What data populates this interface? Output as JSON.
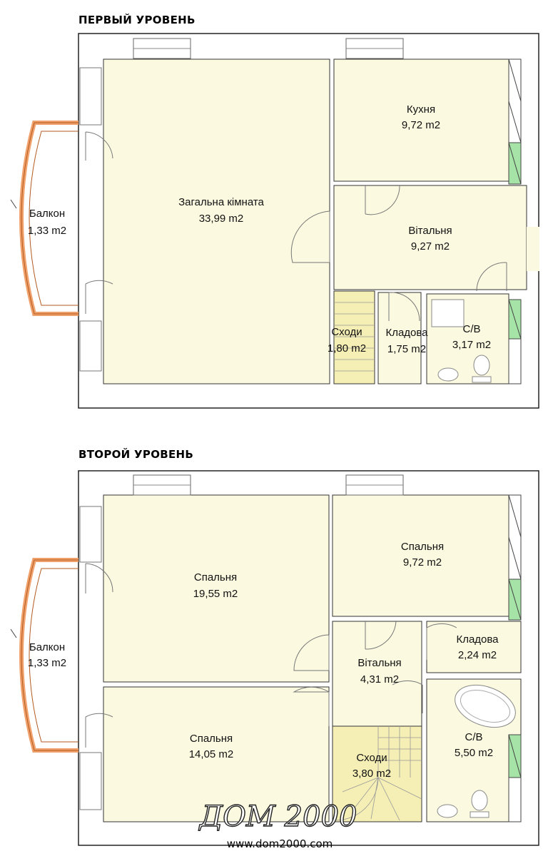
{
  "levels": {
    "first": {
      "title": "ПЕРВЫЙ УРОВЕНЬ",
      "rooms": {
        "balcony": {
          "name": "Балкон",
          "area": "1,33 m2"
        },
        "common": {
          "name": "Загальна кімната",
          "area": "33,99 m2"
        },
        "kitchen": {
          "name": "Кухня",
          "area": "9,72 m2"
        },
        "hall": {
          "name": "Вітальня",
          "area": "9,27 m2"
        },
        "stairs": {
          "name": "Сходи",
          "area": "1,80 m2"
        },
        "storage": {
          "name": "Кладова",
          "area": "1,75 m2"
        },
        "bathroom": {
          "name": "С/В",
          "area": "3,17 m2"
        }
      }
    },
    "second": {
      "title": "ВТОРОЙ УРОВЕНЬ",
      "rooms": {
        "balcony": {
          "name": "Балкон",
          "area": "1,33 m2"
        },
        "bedroom1": {
          "name": "Спальня",
          "area": "19,55 m2"
        },
        "bedroom2": {
          "name": "Спальня",
          "area": "9,72 m2"
        },
        "bedroom3": {
          "name": "Спальня",
          "area": "14,05 m2"
        },
        "hall": {
          "name": "Вітальня",
          "area": "4,31 m2"
        },
        "storage": {
          "name": "Кладова",
          "area": "2,24 m2"
        },
        "stairs": {
          "name": "Сходи",
          "area": "3,80 m2"
        },
        "bathroom": {
          "name": "С/В",
          "area": "5,50 m2"
        }
      }
    }
  },
  "brand": {
    "logo": "ДОМ 2000",
    "url": "www.dom2000.com"
  },
  "colors": {
    "room_fill": "#fbfae0",
    "stairs_fill": "#f5efb5",
    "balcony": "#f0a06a",
    "glass": "#a6e3a6",
    "wall": "#222222"
  }
}
